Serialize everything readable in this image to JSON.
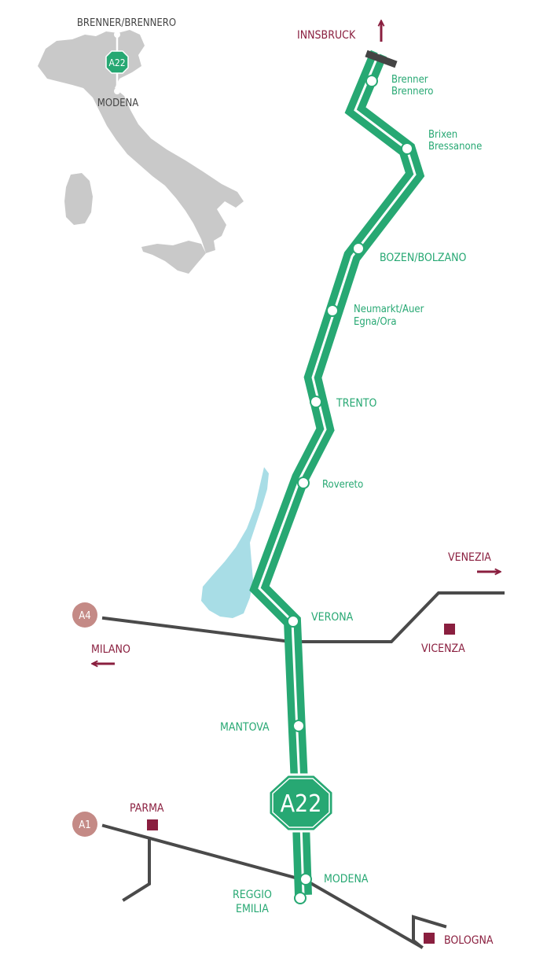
{
  "highway": {
    "name": "A22",
    "origin": "BRENNER/BRENNERO",
    "terminus": "MODENA"
  },
  "stations": [
    {
      "line1": "Brenner",
      "line2": "Brennero"
    },
    {
      "line1": "Brixen",
      "line2": "Bressanone"
    },
    {
      "line1": "BOZEN/BOLZANO"
    },
    {
      "line1": "Neumarkt/Auer",
      "line2": "Egna/Ora"
    },
    {
      "line1": "TRENTO"
    },
    {
      "line1": "Rovereto"
    },
    {
      "line1": "VERONA"
    },
    {
      "line1": "MANTOVA"
    },
    {
      "line1": "MODENA"
    },
    {
      "line1": "REGGIO",
      "line2": "EMILIA"
    }
  ],
  "connections": {
    "north": "INNSBRUCK",
    "east": "VENEZIA",
    "west": "MILANO"
  },
  "cities": {
    "vicenza": "VICENZA",
    "parma": "PARMA",
    "bologna": "BOLOGNA"
  },
  "motorways": {
    "a4": "A4",
    "a1": "A1"
  },
  "colors": {
    "highway": "#27a873",
    "city": "#8a1f3f",
    "road": "#4a4a4a",
    "badge": "#c48a86",
    "lake": "#a8dde6",
    "italy": "#c9c9c9"
  }
}
